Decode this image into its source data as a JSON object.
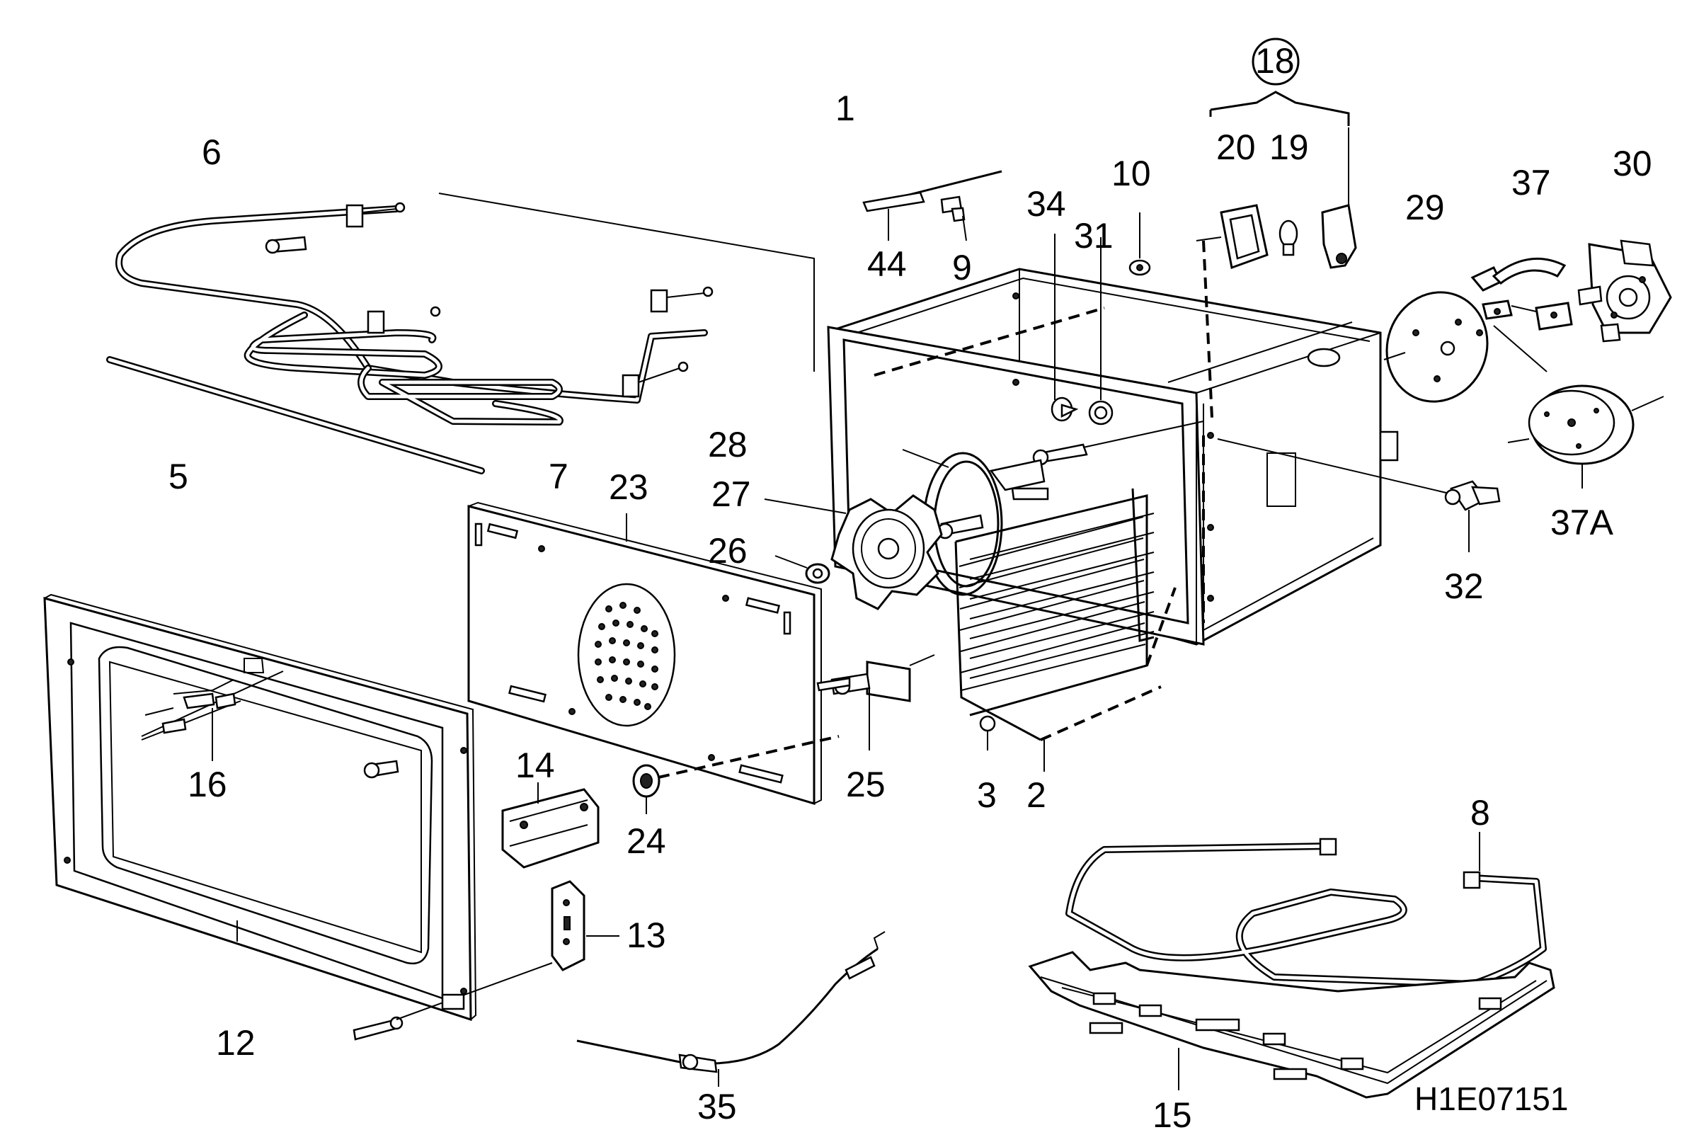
{
  "drawing_code": "H1E07151",
  "group_label": "18",
  "labels": {
    "p1": "1",
    "p2": "2",
    "p3": "3",
    "p5": "5",
    "p6": "6",
    "p7": "7",
    "p8": "8",
    "p9": "9",
    "p10": "10",
    "p12": "12",
    "p13": "13",
    "p14": "14",
    "p15": "15",
    "p16": "16",
    "p19": "19",
    "p20": "20",
    "p23": "23",
    "p24": "24",
    "p25": "25",
    "p26": "26",
    "p27": "27",
    "p28": "28",
    "p29": "29",
    "p30": "30",
    "p31": "31",
    "p32": "32",
    "p34": "34",
    "p35": "35",
    "p37": "37",
    "p37a": "37A",
    "p44": "44"
  }
}
